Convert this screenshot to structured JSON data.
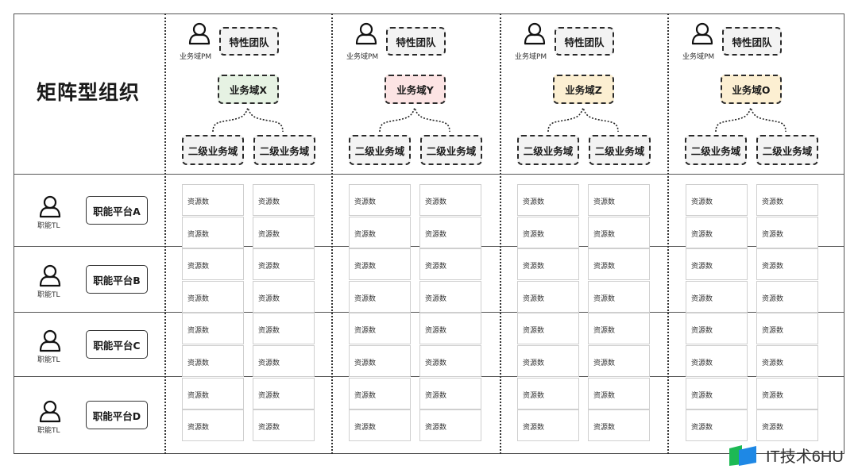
{
  "title": "矩阵型组织",
  "columns": [
    {
      "pm_label": "业务域PM",
      "team_label": "特性团队",
      "domain_label": "业务域X",
      "domain_color": "#e6f2e3",
      "sub_domains": [
        "二级业务域",
        "二级业务域"
      ]
    },
    {
      "pm_label": "业务域PM",
      "team_label": "特性团队",
      "domain_label": "业务域Y",
      "domain_color": "#fce4e4",
      "sub_domains": [
        "二级业务域",
        "二级业务域"
      ]
    },
    {
      "pm_label": "业务域PM",
      "team_label": "特性团队",
      "domain_label": "业务域Z",
      "domain_color": "#fcefd2",
      "sub_domains": [
        "二级业务域",
        "二级业务域"
      ]
    },
    {
      "pm_label": "业务域PM",
      "team_label": "特性团队",
      "domain_label": "业务域O",
      "domain_color": "#fcefd2",
      "sub_domains": [
        "二级业务域",
        "二级业务域"
      ]
    }
  ],
  "rows": [
    {
      "tl_label": "职能TL",
      "platform_label": "职能平台A"
    },
    {
      "tl_label": "职能TL",
      "platform_label": "职能平台B"
    },
    {
      "tl_label": "职能TL",
      "platform_label": "职能平台C"
    },
    {
      "tl_label": "职能TL",
      "platform_label": "职能平台D"
    }
  ],
  "cell_label": "资源数",
  "watermark": {
    "text": "IT技术6HU",
    "icon": "book-logo-icon",
    "colors": [
      "#1db954",
      "#1e88e5"
    ]
  }
}
